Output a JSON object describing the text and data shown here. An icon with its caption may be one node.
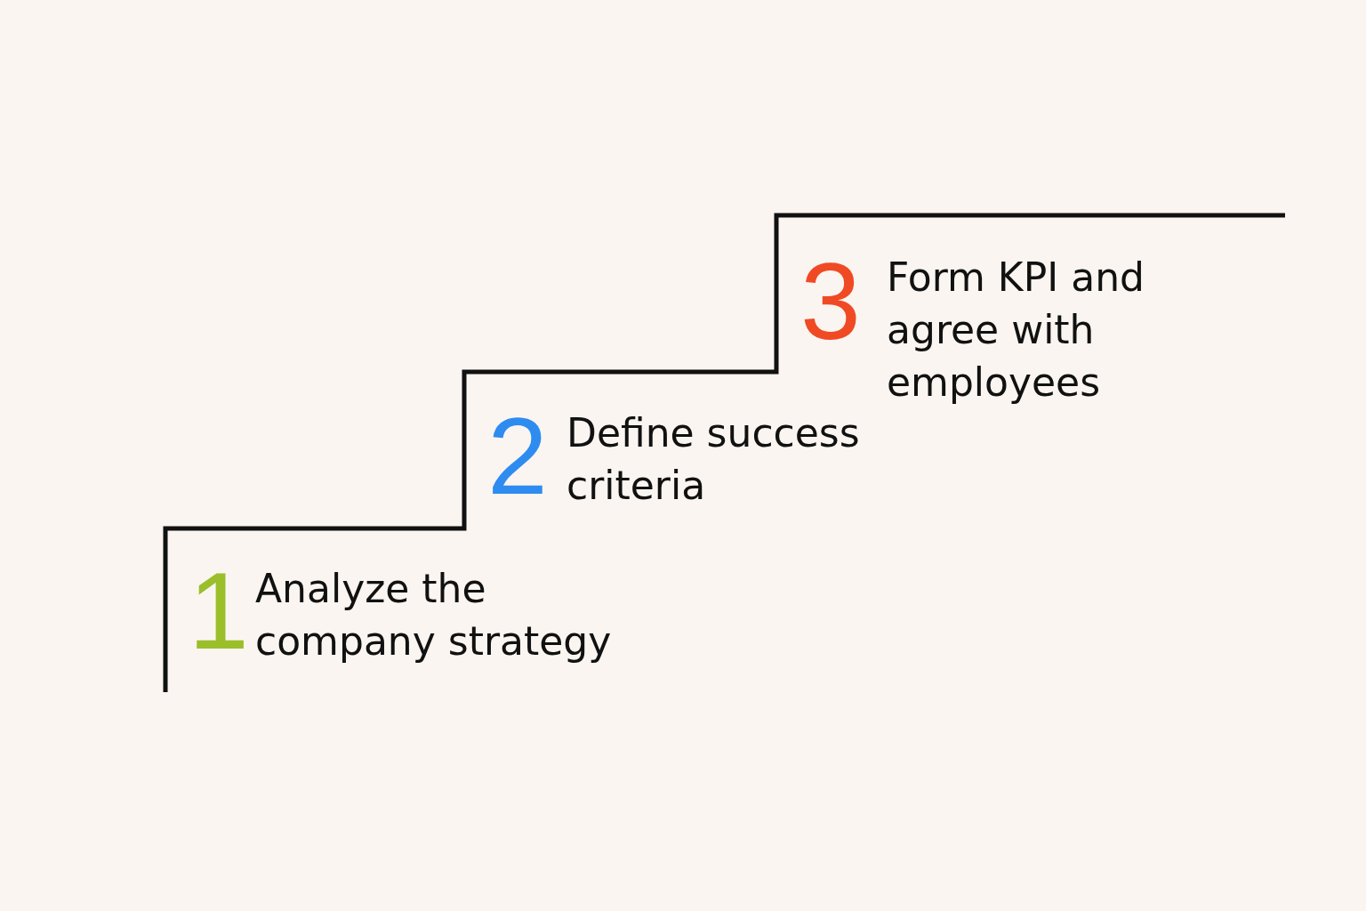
{
  "diagram": {
    "labels": [
      "1",
      "Analyze the company strategy",
      "2",
      "Define success criteria",
      "3",
      "Form KPI and agree with employees"
    ]
  }
}
